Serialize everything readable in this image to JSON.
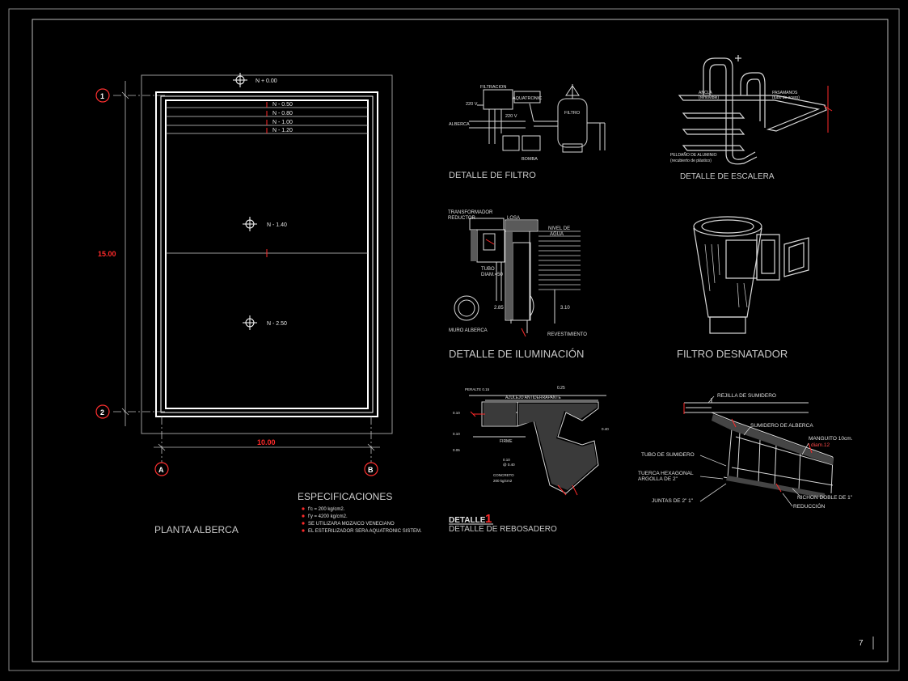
{
  "sheet": {
    "page_number": "7"
  },
  "plan": {
    "title": "PLANTA ALBERCA",
    "levels": [
      "N + 0.00",
      "N - 0.50",
      "N - 0.80",
      "N - 1.00",
      "N - 1.20",
      "N - 1.40",
      "N - 2.50"
    ],
    "dim_width": "10.00",
    "dim_length": "15.00",
    "grid_rows": [
      "1",
      "2"
    ],
    "grid_cols": [
      "A",
      "B"
    ]
  },
  "specs": {
    "title": "ESPECIFICACIONES",
    "items": [
      "f'c = 200 kg/cm2.",
      "f'y = 4200 kg/cm2.",
      "SE UTILIZARA MOZAICO VENECIANO",
      "EL ESTERILIZADOR SERA AQUATRONIC SISTEM."
    ]
  },
  "filtro": {
    "title": "DETALLE DE FILTRO",
    "labels": [
      "FILTRACION",
      "220 V",
      "AQUATRONIC",
      "220 V",
      "ALBERCA",
      "FILTRO",
      "BOMBA"
    ]
  },
  "escalera": {
    "title": "DETALLE DE ESCALERA",
    "labels": [
      "ANCLA",
      "(removible)",
      "PASAMANOS",
      "(tubo de acero)",
      "PELDAÑO DE ALUMINIO",
      "(recubierto de plástico)"
    ]
  },
  "iluminacion": {
    "title": "DETALLE DE ILUMINACIÓN",
    "labels": [
      "TRANSFORMADOR",
      "REDUCTOR",
      "LOSA",
      "NIVEL DE",
      "AGUA",
      "TUBO",
      "DIAM.=50",
      "2.85",
      "3.10",
      "MURO ALBERCA",
      "REVESTIMIENTO"
    ]
  },
  "desnatador": {
    "title": "FILTRO DESNATADOR"
  },
  "rebosadero": {
    "detail_prefix": "DETALLE",
    "detail_number": "1",
    "title": "DETALLE DE REBOSADERO",
    "labels": [
      "PERALTE 0.15",
      "0.25",
      "AZULEJO ANTIDERRAPANTE",
      "0.10",
      "0.10",
      "0.05",
      "FIRME",
      "0.40",
      "0.10",
      "@ 0.40",
      "CONCRETO",
      "200 kg/cm2"
    ]
  },
  "sumidero": {
    "labels": [
      "REJILLA DE SUMIDERO",
      "SUMIDERO DE ALBERCA",
      "MANGUITO 10cm.",
      "diam.12",
      "TUBO DE SUMIDERO",
      "TUERCA HEXAGONAL",
      "ARGOLLA DE 2\"",
      "JUNTAS DE 2\" 1\"",
      "NICHON DOBLE DE 1\"",
      "REDUCCIÓN"
    ]
  }
}
